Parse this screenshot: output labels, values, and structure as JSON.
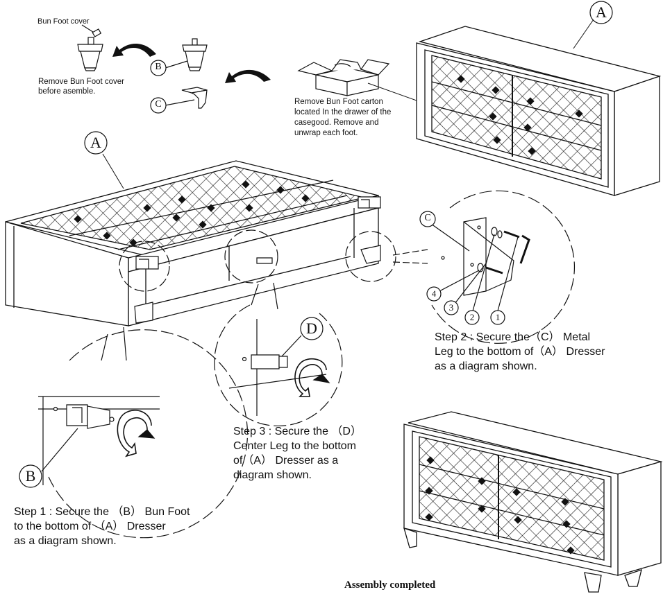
{
  "notes": {
    "cover_tag": "Bun Foot cover",
    "remove_cover_1": "Remove Bun Foot cover",
    "remove_cover_2": "before asemble.",
    "carton_1": "Remove Bun Foot carton",
    "carton_2": "located In the drawer of the",
    "carton_3": "casegood. Remove and",
    "carton_4": "unwrap each foot."
  },
  "labels": {
    "a_top": "A",
    "a_main": "A",
    "b_top": "B",
    "c_top": "C",
    "b_detail": "B",
    "c_detail": "C",
    "d_detail": "D",
    "n1": "1",
    "n2": "2",
    "n3": "3",
    "n4": "4"
  },
  "steps": {
    "step1_l1": "Step 1 : Secure the （B） Bun Foot",
    "step1_l2": "to the bottom of （A） Dresser",
    "step1_l3": "as a diagram shown.",
    "step2_l1": "Step 2 : Secure the（C） Metal",
    "step2_l2": "Leg to the bottom of（A） Dresser",
    "step2_l3": "as a diagram shown.",
    "step3_l1": "Step 3 : Secure the （D）",
    "step3_l2": "Center Leg to the bottom",
    "step3_l3": "of（A） Dresser as a",
    "step3_l4": "diagram shown."
  },
  "completed": "Assembly completed"
}
